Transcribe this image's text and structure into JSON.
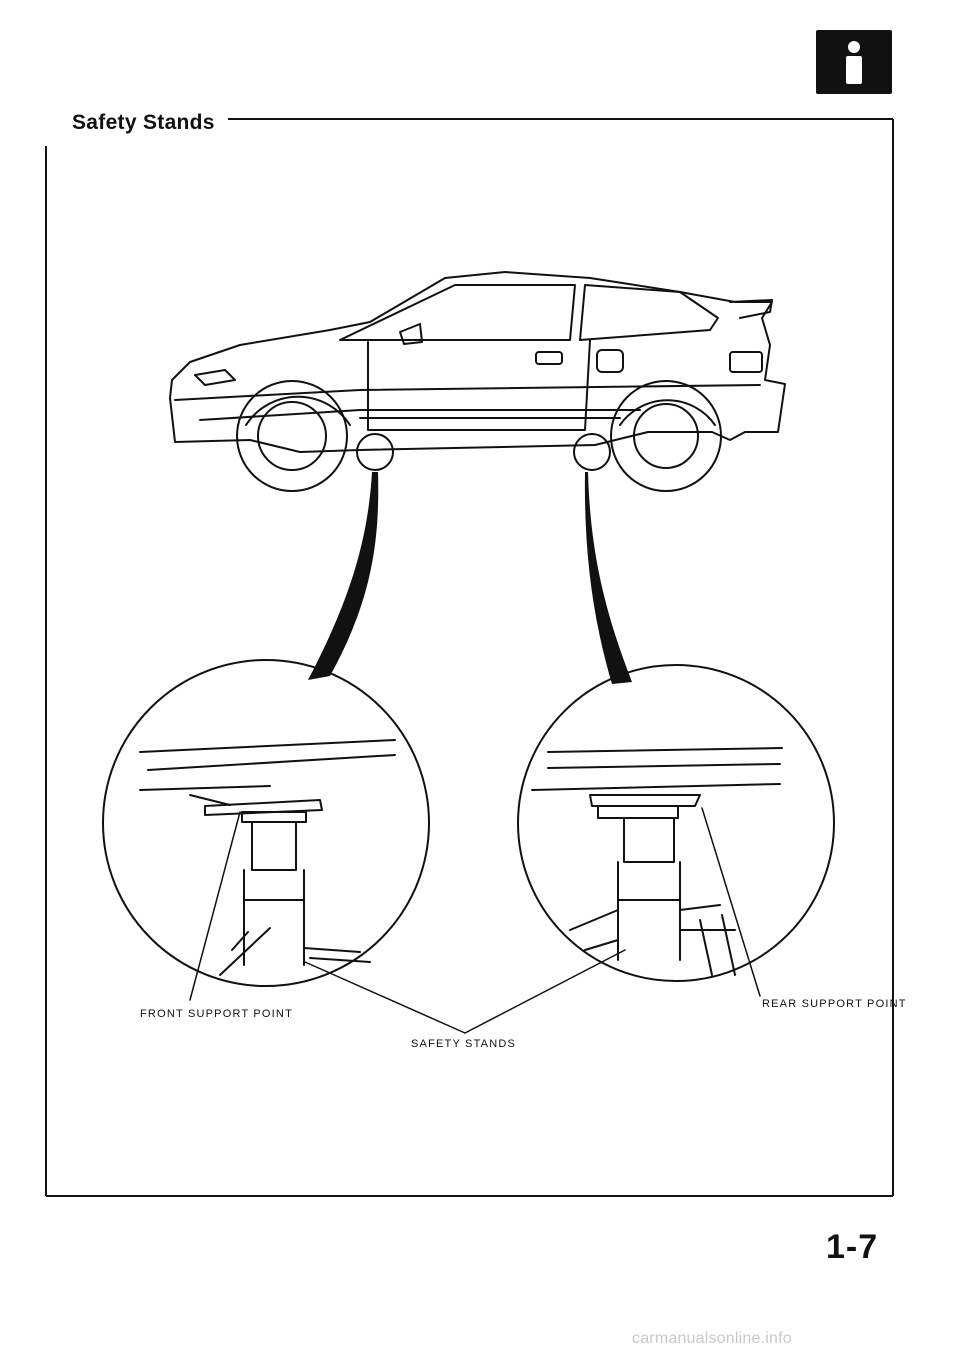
{
  "header": {
    "title": "Safety Stands",
    "badge_icon": "info-icon"
  },
  "figure": {
    "callouts": {
      "front_support": "FRONT SUPPORT POINT",
      "rear_support": "REAR SUPPORT POINT",
      "safety_stands": "SAFETY STANDS"
    }
  },
  "footer": {
    "page_number": "1-7",
    "watermark": "carmanualsonline.info"
  }
}
